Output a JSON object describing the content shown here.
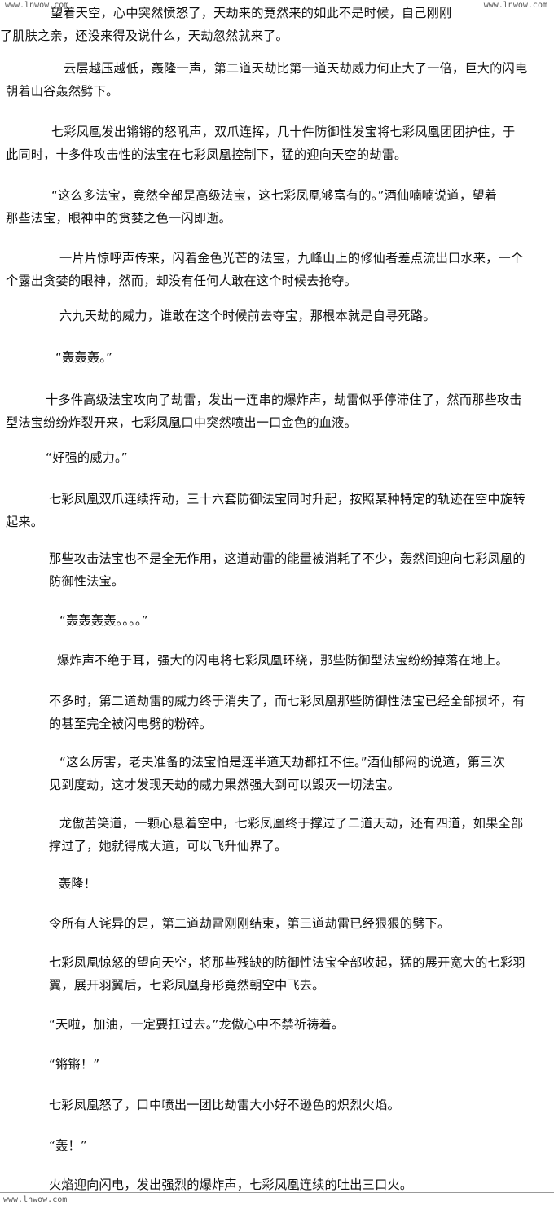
{
  "watermark": {
    "site": "www.lnwow.com"
  },
  "paragraphs": [
    {
      "lines": [
        "望着天空，心中突然愤怒了，天劫来的竟然来的如此不是时候，自己刚刚",
        "了肌肤之亲，还没来得及说什么，天劫忽然就来了。"
      ]
    },
    {
      "lines": [
        "云层越压越低，轰隆一声，第二道天劫比第一道天劫威力何止大了一倍，巨大的闪电",
        "朝着山谷轰然劈下。"
      ]
    },
    {
      "lines": [
        "七彩凤凰发出锵锵的怒吼声，双爪连挥，几十件防御性发宝将七彩凤凰团团护住，于",
        "此同时，十多件攻击性的法宝在七彩凤凰控制下，猛的迎向天空的劫雷。"
      ]
    },
    {
      "lines": [
        "“这么多法宝，竟然全部是高级法宝，这七彩凤凰够富有的。”酒仙喃喃说道，望着",
        "那些法宝，眼神中的贪婪之色一闪即逝。"
      ]
    },
    {
      "lines": [
        "一片片惊呼声传来，闪着金色光芒的法宝，九峰山上的修仙者差点流出口水来，一个",
        "个露出贪婪的眼神，然而，却没有任何人敢在这个时候去抢夺。"
      ]
    },
    {
      "lines": [
        "六九天劫的威力，谁敢在这个时候前去夺宝，那根本就是自寻死路。"
      ]
    },
    {
      "lines": [
        "“轰轰轰。”"
      ]
    },
    {
      "lines": [
        "十多件高级法宝攻向了劫雷，发出一连串的爆炸声，劫雷似乎停滞住了，然而那些攻击",
        "型法宝纷纷炸裂开来，七彩凤凰口中突然喷出一口金色的血液。"
      ]
    },
    {
      "lines": [
        "“好强的威力。”"
      ]
    },
    {
      "lines": [
        "七彩凤凰双爪连续挥动，三十六套防御法宝同时升起，按照某种特定的轨迹在空中旋转",
        "起来。"
      ]
    },
    {
      "lines": [
        "那些攻击法宝也不是全无作用，这道劫雷的能量被消耗了不少，轰然间迎向七彩凤凰的",
        "防御性法宝。"
      ]
    },
    {
      "lines": [
        "“轰轰轰轰。。。。”"
      ]
    },
    {
      "lines": [
        "爆炸声不绝于耳，强大的闪电将七彩凤凰环绕，那些防御型法宝纷纷掉落在地上。"
      ]
    },
    {
      "lines": [
        "不多时，第二道劫雷的威力终于消失了，而七彩凤凰那些防御性法宝已经全部损坏，有",
        "的甚至完全被闪电劈的粉碎。"
      ]
    },
    {
      "lines": [
        "“这么厉害，老夫准备的法宝怕是连半道天劫都扛不住。”酒仙郁闷的说道，第三次",
        "见到度劫，这才发现天劫的威力果然强大到可以毁灭一切法宝。"
      ]
    },
    {
      "lines": [
        "龙傲苦笑道，一颗心悬着空中，七彩凤凰终于撑过了二道天劫，还有四道，如果全部",
        "撑过了，她就得成大道，可以飞升仙界了。"
      ]
    },
    {
      "lines": [
        "轰隆！"
      ]
    },
    {
      "lines": [
        "令所有人诧异的是，第二道劫雷刚刚结束，第三道劫雷已经狠狠的劈下。"
      ]
    },
    {
      "lines": [
        "七彩凤凰惊怒的望向天空，将那些残缺的防御性法宝全部收起，猛的展开宽大的七彩羽",
        "翼，展开羽翼后，七彩凤凰身形竟然朝空中飞去。"
      ]
    },
    {
      "lines": [
        "“天啦，加油，一定要扛过去。”龙傲心中不禁祈祷着。"
      ]
    },
    {
      "lines": [
        "“锵锵！”"
      ]
    },
    {
      "lines": [
        "七彩凤凰怒了，口中喷出一团比劫雷大小好不逊色的炽烈火焰。"
      ]
    },
    {
      "lines": [
        "“轰！”"
      ]
    },
    {
      "lines": [
        "火焰迎向闪电，发出强烈的爆炸声，七彩凤凰连续的吐出三口火。"
      ]
    }
  ]
}
